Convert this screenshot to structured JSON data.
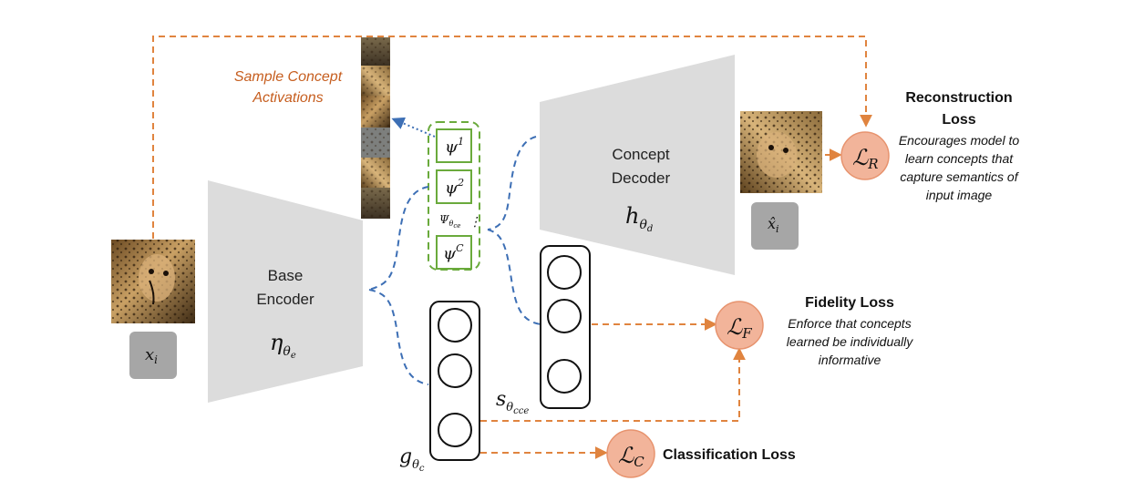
{
  "encoder": {
    "line1": "Base",
    "line2": "Encoder",
    "param": "η",
    "param_sub": "θ",
    "param_subsub": "e"
  },
  "decoder": {
    "line1": "Concept",
    "line2": "Decoder",
    "param": "h",
    "param_sub": "θ",
    "param_subsub": "d"
  },
  "concept_stack": {
    "items": [
      "ψ",
      "ψ",
      "ψ"
    ],
    "superscripts": [
      "1",
      "2",
      "C"
    ],
    "label": "Ψ",
    "label_sub": "θ",
    "label_subsub": "ce",
    "dots": "⋮"
  },
  "input": {
    "label": "x",
    "label_sub": "i"
  },
  "reconstruction_output": {
    "label": "x̂",
    "label_sub": "i"
  },
  "sample_concepts": {
    "line1": "Sample Concept",
    "line2": "Activations"
  },
  "classifier": {
    "label": "g",
    "label_sub": "θ",
    "label_subsub": "c"
  },
  "fidelity_head": {
    "label": "s",
    "label_sub": "θ",
    "label_subsub": "cce"
  },
  "losses": {
    "reconstruction": {
      "symbol": "ℒ",
      "sub": "R",
      "title_line1": "Reconstruction",
      "title_line2": "Loss",
      "desc1": "Encourages model to",
      "desc2": "learn concepts that",
      "desc3": "capture semantics of",
      "desc4": "input image"
    },
    "fidelity": {
      "symbol": "ℒ",
      "sub": "F",
      "title": "Fidelity Loss",
      "desc1": "Enforce that concepts",
      "desc2": "learned be individually",
      "desc3": "informative"
    },
    "classification": {
      "symbol": "ℒ",
      "sub": "C",
      "title": "Classification Loss"
    }
  },
  "colors": {
    "orange": "#e0843f",
    "loss_fill": "#f2b49a",
    "blue_dash": "#3d6fb5",
    "green": "#6aaa3c",
    "gray_block": "#dcdcdc",
    "gray_box": "#a6a6a6"
  }
}
